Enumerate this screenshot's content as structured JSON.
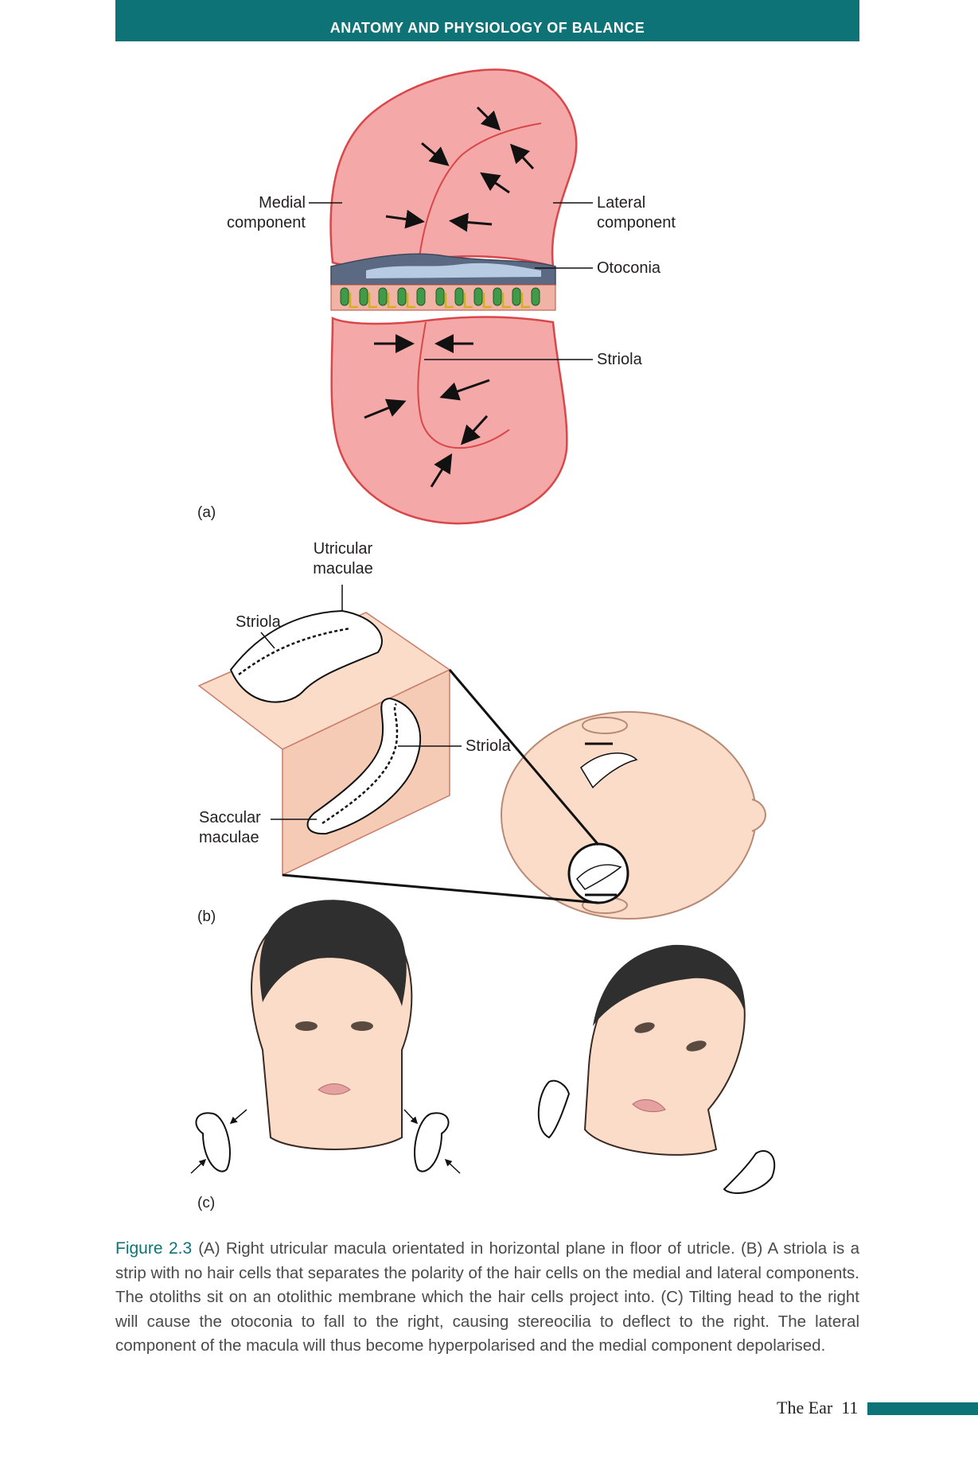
{
  "header": {
    "title": "ANATOMY AND PHYSIOLOGY OF BALANCE"
  },
  "figure": {
    "panel_a": {
      "label": "(a)",
      "medial_component_line1": "Medial",
      "medial_component_line2": "component",
      "lateral_component_line1": "Lateral",
      "lateral_component_line2": "component",
      "otoconia": "Otoconia",
      "striola": "Striola"
    },
    "panel_b": {
      "label": "(b)",
      "utricular_line1": "Utricular",
      "utricular_line2": "maculae",
      "striola_top": "Striola",
      "striola_right": "Striola",
      "saccular_line1": "Saccular",
      "saccular_line2": "maculae"
    },
    "panel_c": {
      "label": "(c)"
    }
  },
  "caption": {
    "figure_number": "Figure 2.3",
    "text": "(A) Right utricular macula orientated in horizontal plane in floor of utricle. (B) A striola is a strip with no hair cells that separates the polarity of the hair cells on the medial and lateral components. The otoliths sit on an otolithic membrane which the hair cells project into. (C) Tilting head to the right will cause the otoconia to fall to the right, causing stereocilia to deflect to the right. The lateral component of the macula will thus become hyperpolarised and the medial component depolarised."
  },
  "footer": {
    "running_title": "The Ear",
    "page_number": "11"
  },
  "colors": {
    "accent": "#0e7377",
    "macula_fill": "#f4a9a8",
    "macula_stroke": "#d9474a",
    "skin": "#fbdcc8"
  }
}
